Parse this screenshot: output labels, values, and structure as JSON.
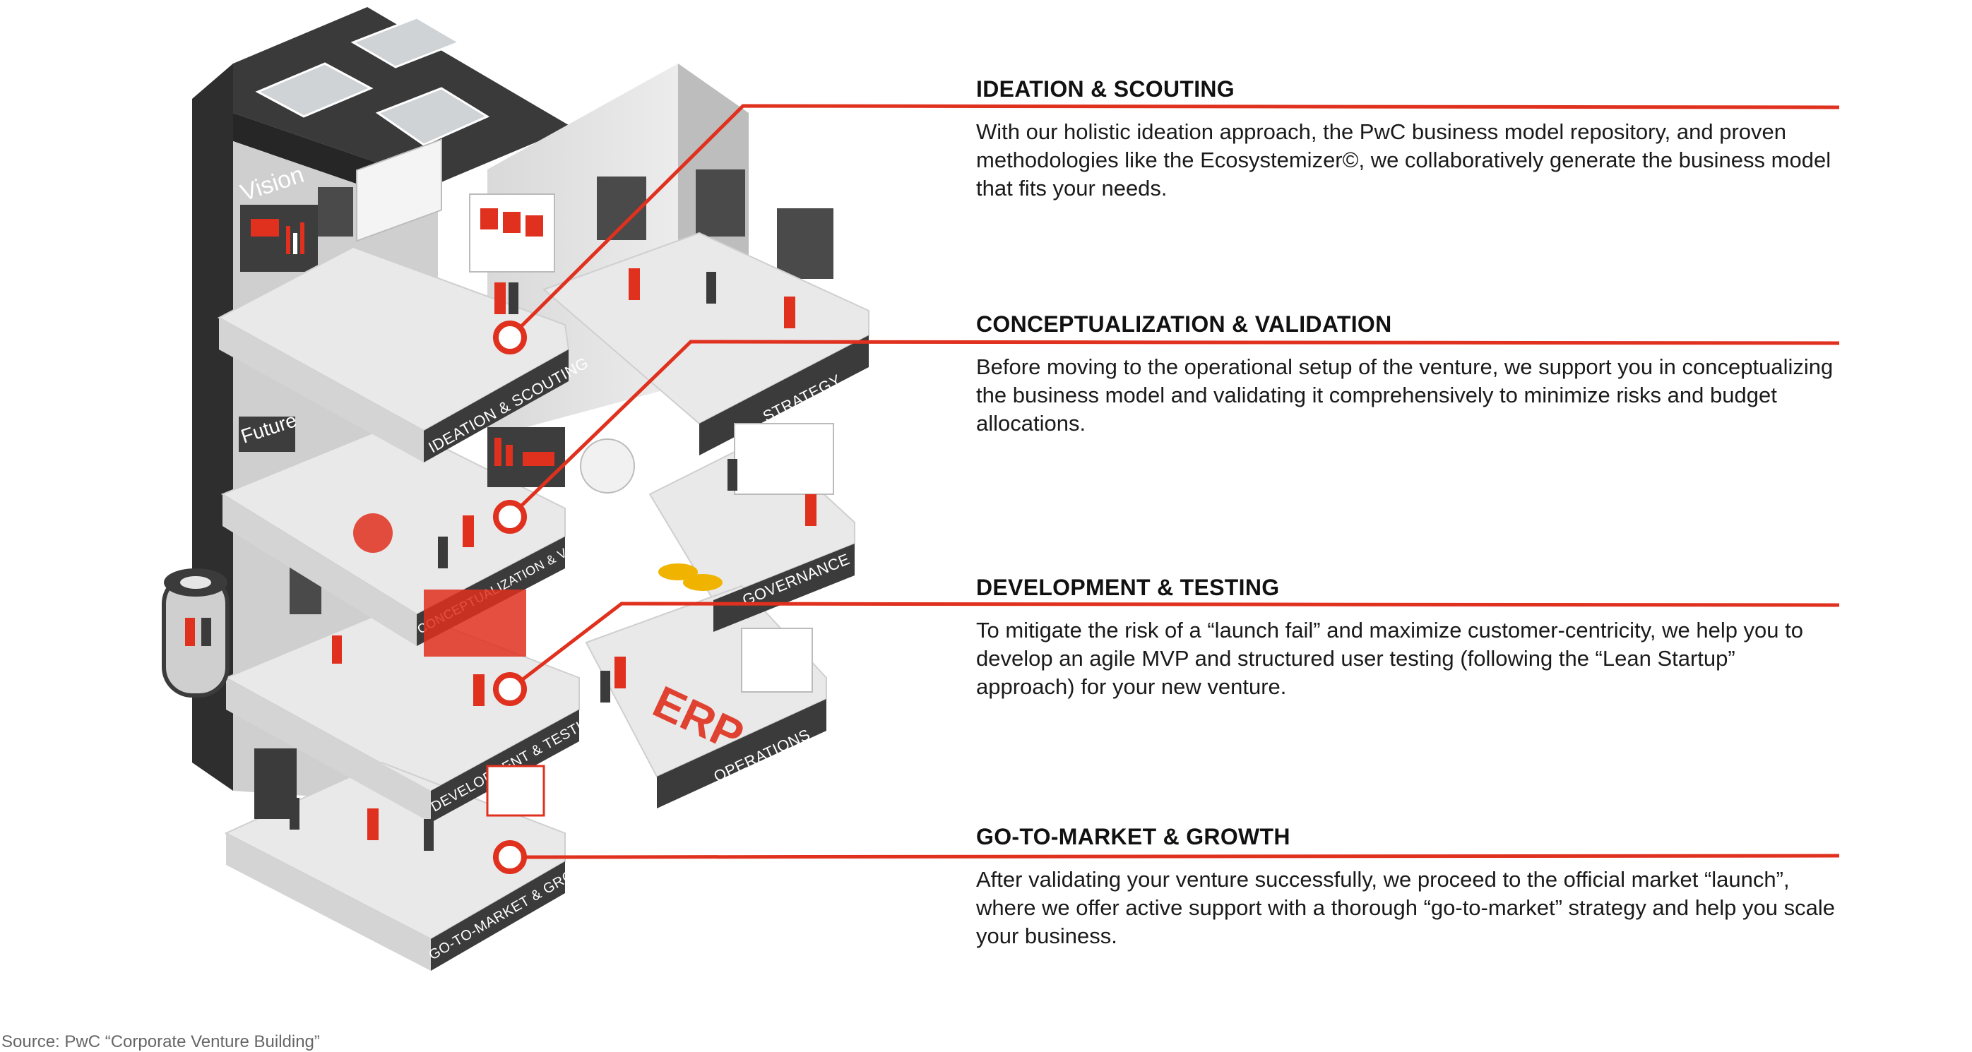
{
  "sections": [
    {
      "title": "IDEATION & SCOUTING",
      "body": "With our holistic ideation approach, the PwC business model repository, and proven methodologies like the Ecosystemizer©, we collaboratively generate the business model that fits your needs."
    },
    {
      "title": "CONCEPTUALIZATION & VALIDATION",
      "body": "Before moving to the operational setup of the venture, we support you in conceptualizing the business model and validating it comprehensively to minimize risks and budget allocations."
    },
    {
      "title": "DEVELOPMENT & TESTING",
      "body": "To mitigate the risk of a “launch fail” and maximize customer-centricity, we help you to develop an agile MVP and structured user testing (following the “Lean Startup” approach) for your new venture."
    },
    {
      "title": "GO-TO-MARKET & GROWTH",
      "body": "After validating your venture successfully, we proceed to the official market “launch”, where we offer active support with a thorough “go-to-market” strategy and help you scale your business."
    }
  ],
  "floor_labels": {
    "ideation": "IDEATION & SCOUTING",
    "strategy": "STRATEGY",
    "conceptualization": "CONCEPTUALIZATION & VALIDATION",
    "governance": "GOVERNANCE",
    "development": "DEVELOPMENT & TESTING",
    "operations": "OPERATIONS",
    "gtm": "GO-TO-MARKET & GROWTH"
  },
  "wall_words": {
    "vision": "Vision",
    "future": "Future"
  },
  "source": "Source: PwC “Corporate Venture Building”",
  "colors": {
    "accent": "#e0301e",
    "dark": "#3d3d3d",
    "floor": "#e6e6e6"
  }
}
